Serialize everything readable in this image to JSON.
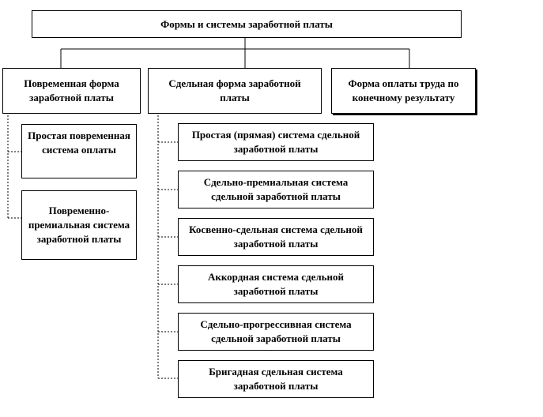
{
  "diagram": {
    "root": "Формы и системы заработной платы",
    "forms": [
      "Повременная форма заработной платы",
      "Сдельная форма заработной платы",
      "Форма оплаты труда по конечному результату"
    ],
    "time_systems": [
      "Простая повременная система оплаты",
      "Повременно-премиальная система заработной платы"
    ],
    "piece_systems": [
      "Простая (прямая) система сдельной заработной платы",
      "Сдельно-премиальная система сдельной заработной платы",
      "Косвенно-сдельная система сдельной заработной платы",
      "Аккордная система сдельной заработной платы",
      "Сдельно-прогрессивная система сдельной заработной платы",
      "Бригадная сдельная система заработной платы"
    ]
  }
}
